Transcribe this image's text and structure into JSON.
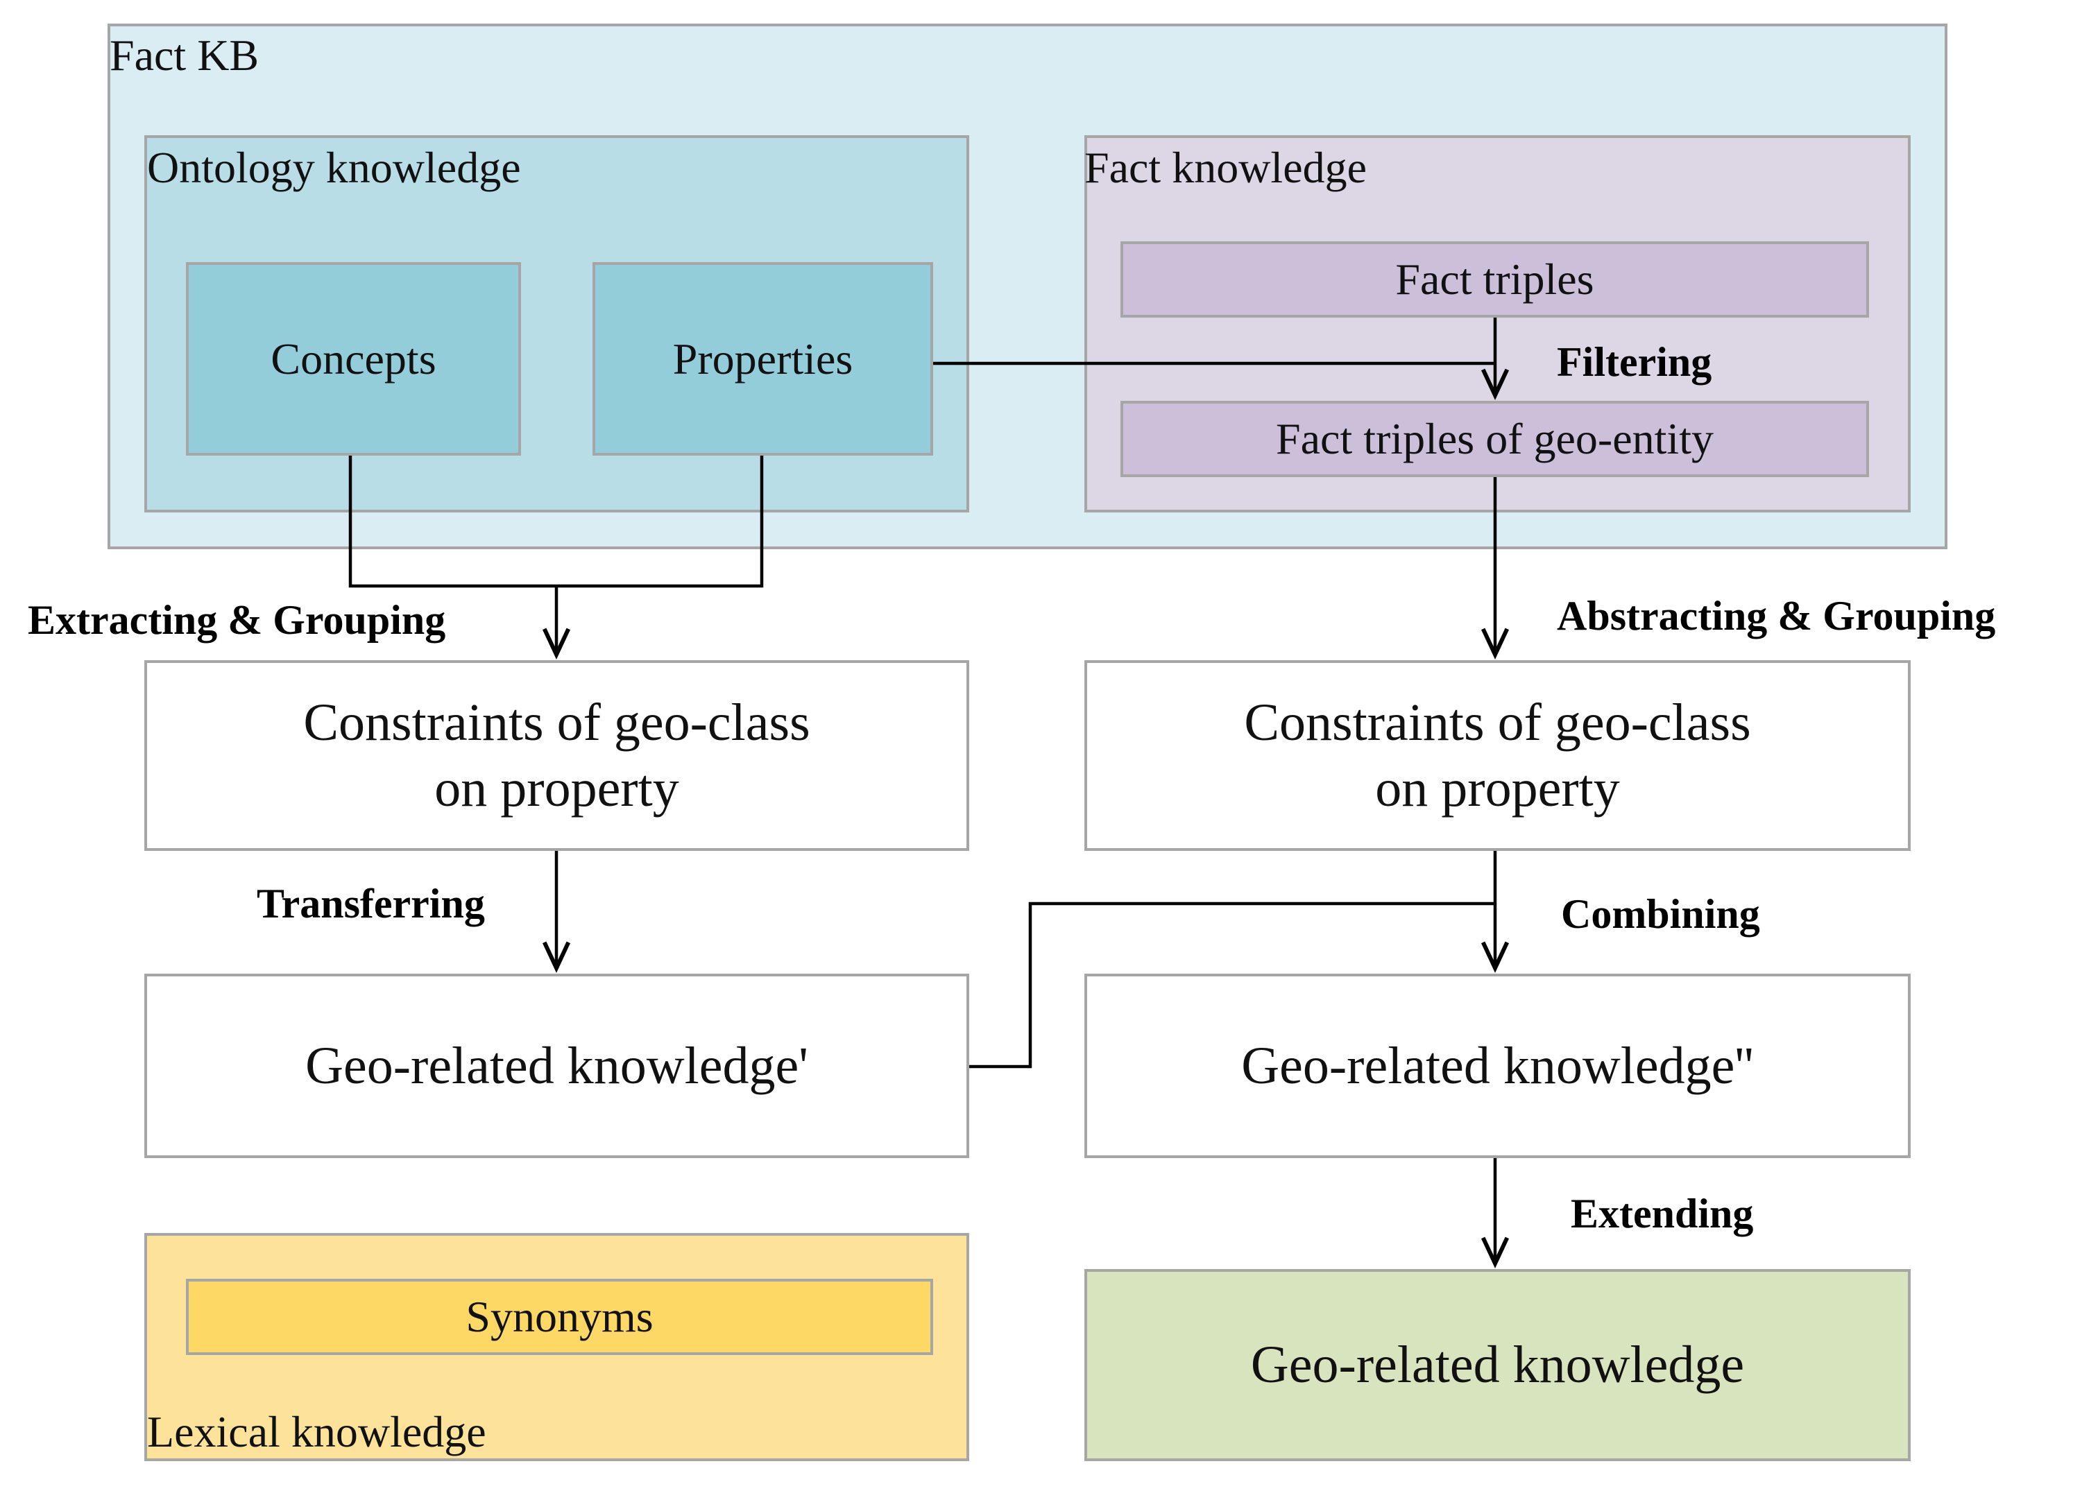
{
  "colors": {
    "fact_kb_bg": "#daedf2",
    "ontology_bg": "#b8dde6",
    "ontology_item_bg": "#94cdda",
    "fact_knowledge_bg": "#ddd6e5",
    "fact_item_bg": "#cbbfda",
    "lexical_bg": "#fde29a",
    "synonyms_bg": "#fdd865",
    "result_bg": "#d7e4bd",
    "border": "#a6a6a6",
    "line": "#000000"
  },
  "groups": {
    "fact_kb": "Fact KB",
    "ontology_knowledge": "Ontology knowledge",
    "fact_knowledge": "Fact knowledge",
    "lexical_knowledge": "Lexical knowledge"
  },
  "nodes": {
    "concepts": "Concepts",
    "properties": "Properties",
    "fact_triples": "Fact triples",
    "fact_triples_geo": "Fact triples of geo-entity",
    "constraints_left": "Constraints of geo-class on property",
    "constraints_right": "Constraints of geo-class on property",
    "geo_knowledge_prime": "Geo-related knowledge'",
    "geo_knowledge_double_prime": "Geo-related knowledge''",
    "synonyms": "Synonyms",
    "geo_knowledge": "Geo-related knowledge"
  },
  "edges": {
    "filtering": "Filtering",
    "extracting_grouping": "Extracting & Grouping",
    "abstracting_grouping": "Abstracting & Grouping",
    "transferring": "Transferring",
    "combining": "Combining",
    "extending": "Extending"
  }
}
